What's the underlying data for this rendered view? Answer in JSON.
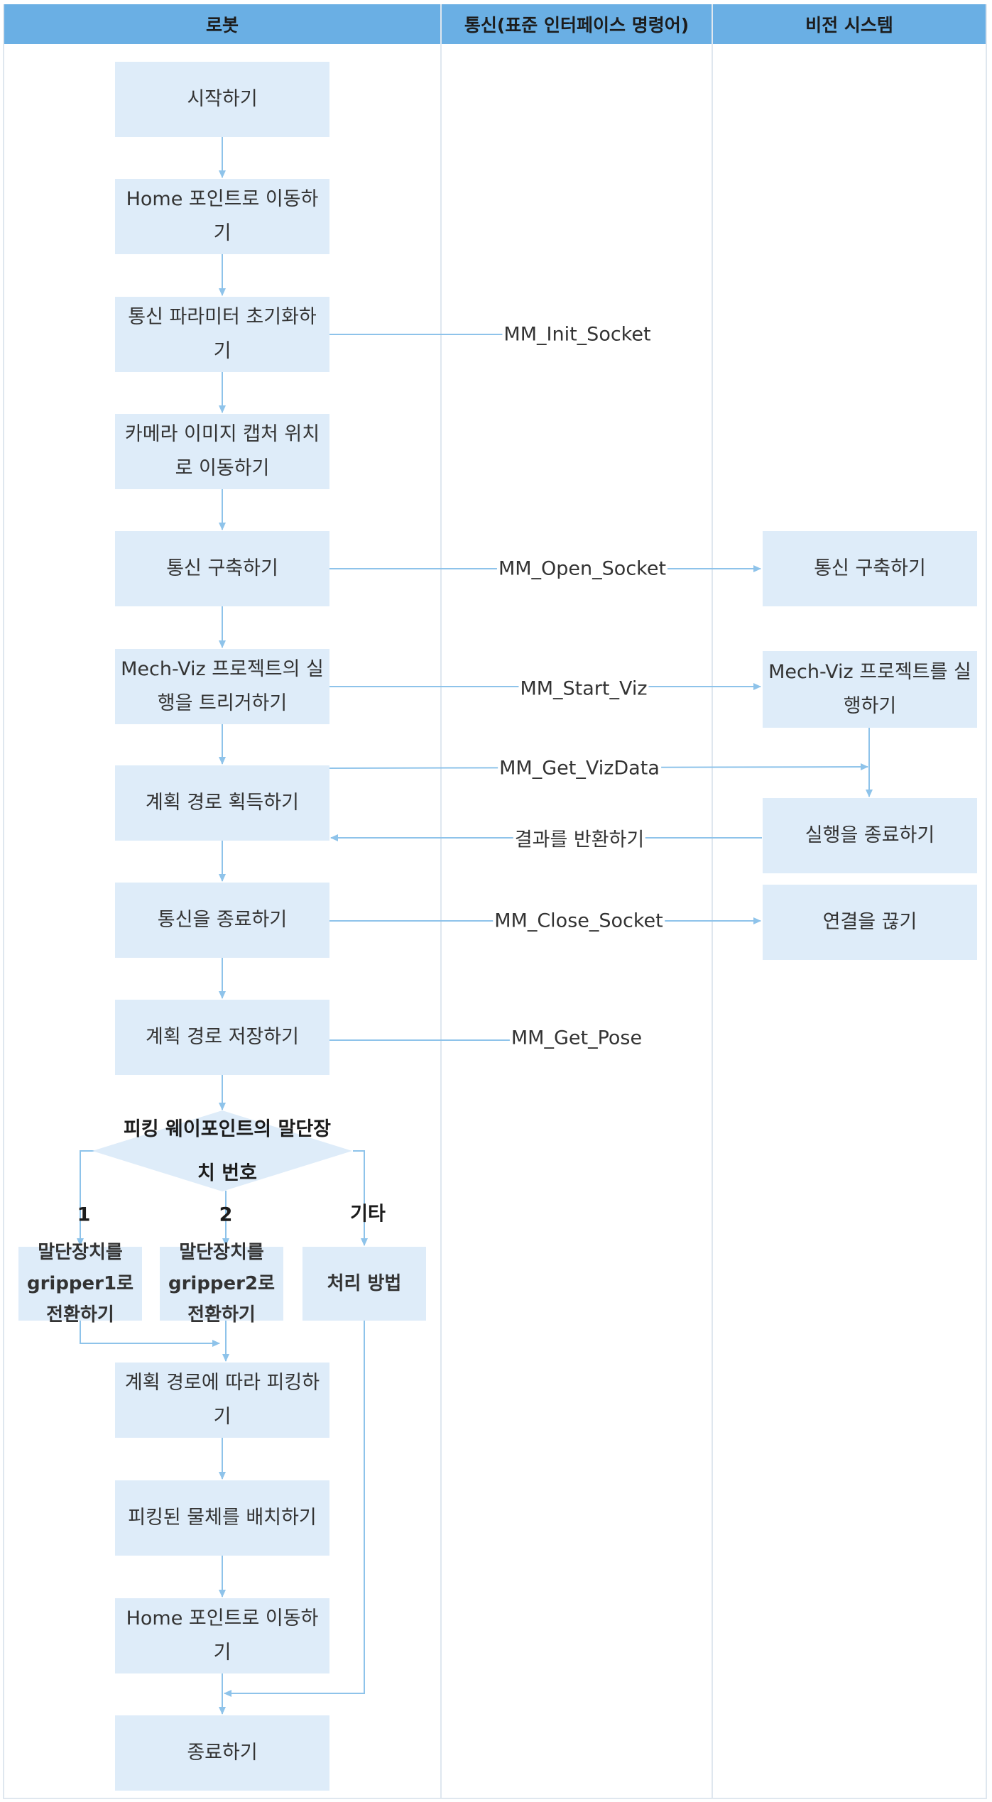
{
  "lanes": {
    "robot": "로봇",
    "comm": "통신(표준 인터페이스 명령어)",
    "vision": "비전 시스템"
  },
  "robot_steps": {
    "start": "시작하기",
    "home1": "Home 포인트로 이동하기",
    "init_params": "통신 파라미터 초기화하기",
    "capture_pos": "카메라 이미지 캡처 위치로 이동하기",
    "open_comm": "통신 구축하기",
    "trigger_viz": "Mech-Viz 프로젝트의 실행을 트리거하기",
    "get_path": "계획 경로 획득하기",
    "close_comm": "통신을 종료하기",
    "save_path": "계획 경로 저장하기",
    "decision": "피킹 웨이포인트의 말단장치 번호",
    "switch1": "말단장치를 gripper1로 전환하기",
    "switch2": "말단장치를 gripper2로 전환하기",
    "handle": "처리 방법",
    "pick": "계획 경로에 따라 피킹하기",
    "place": "피킹된 물체를 배치하기",
    "home2": "Home 포인트로 이동하기",
    "end": "종료하기"
  },
  "branch_labels": {
    "one": "1",
    "two": "2",
    "other": "기타"
  },
  "commands": {
    "init": "MM_Init_Socket",
    "open": "MM_Open_Socket",
    "start_viz": "MM_Start_Viz",
    "get_vizdata": "MM_Get_VizData",
    "return_result": "결과를 반환하기",
    "close": "MM_Close_Socket",
    "get_pose": "MM_Get_Pose"
  },
  "vision_steps": {
    "open_comm": "통신 구축하기",
    "run_viz": "Mech-Viz 프로젝트를 실행하기",
    "finish": "실행을 종료하기",
    "disconnect": "연결을 끊기"
  },
  "colors": {
    "header": "#6aafe4",
    "box": "#deecf9",
    "line": "#8ec3ea"
  }
}
